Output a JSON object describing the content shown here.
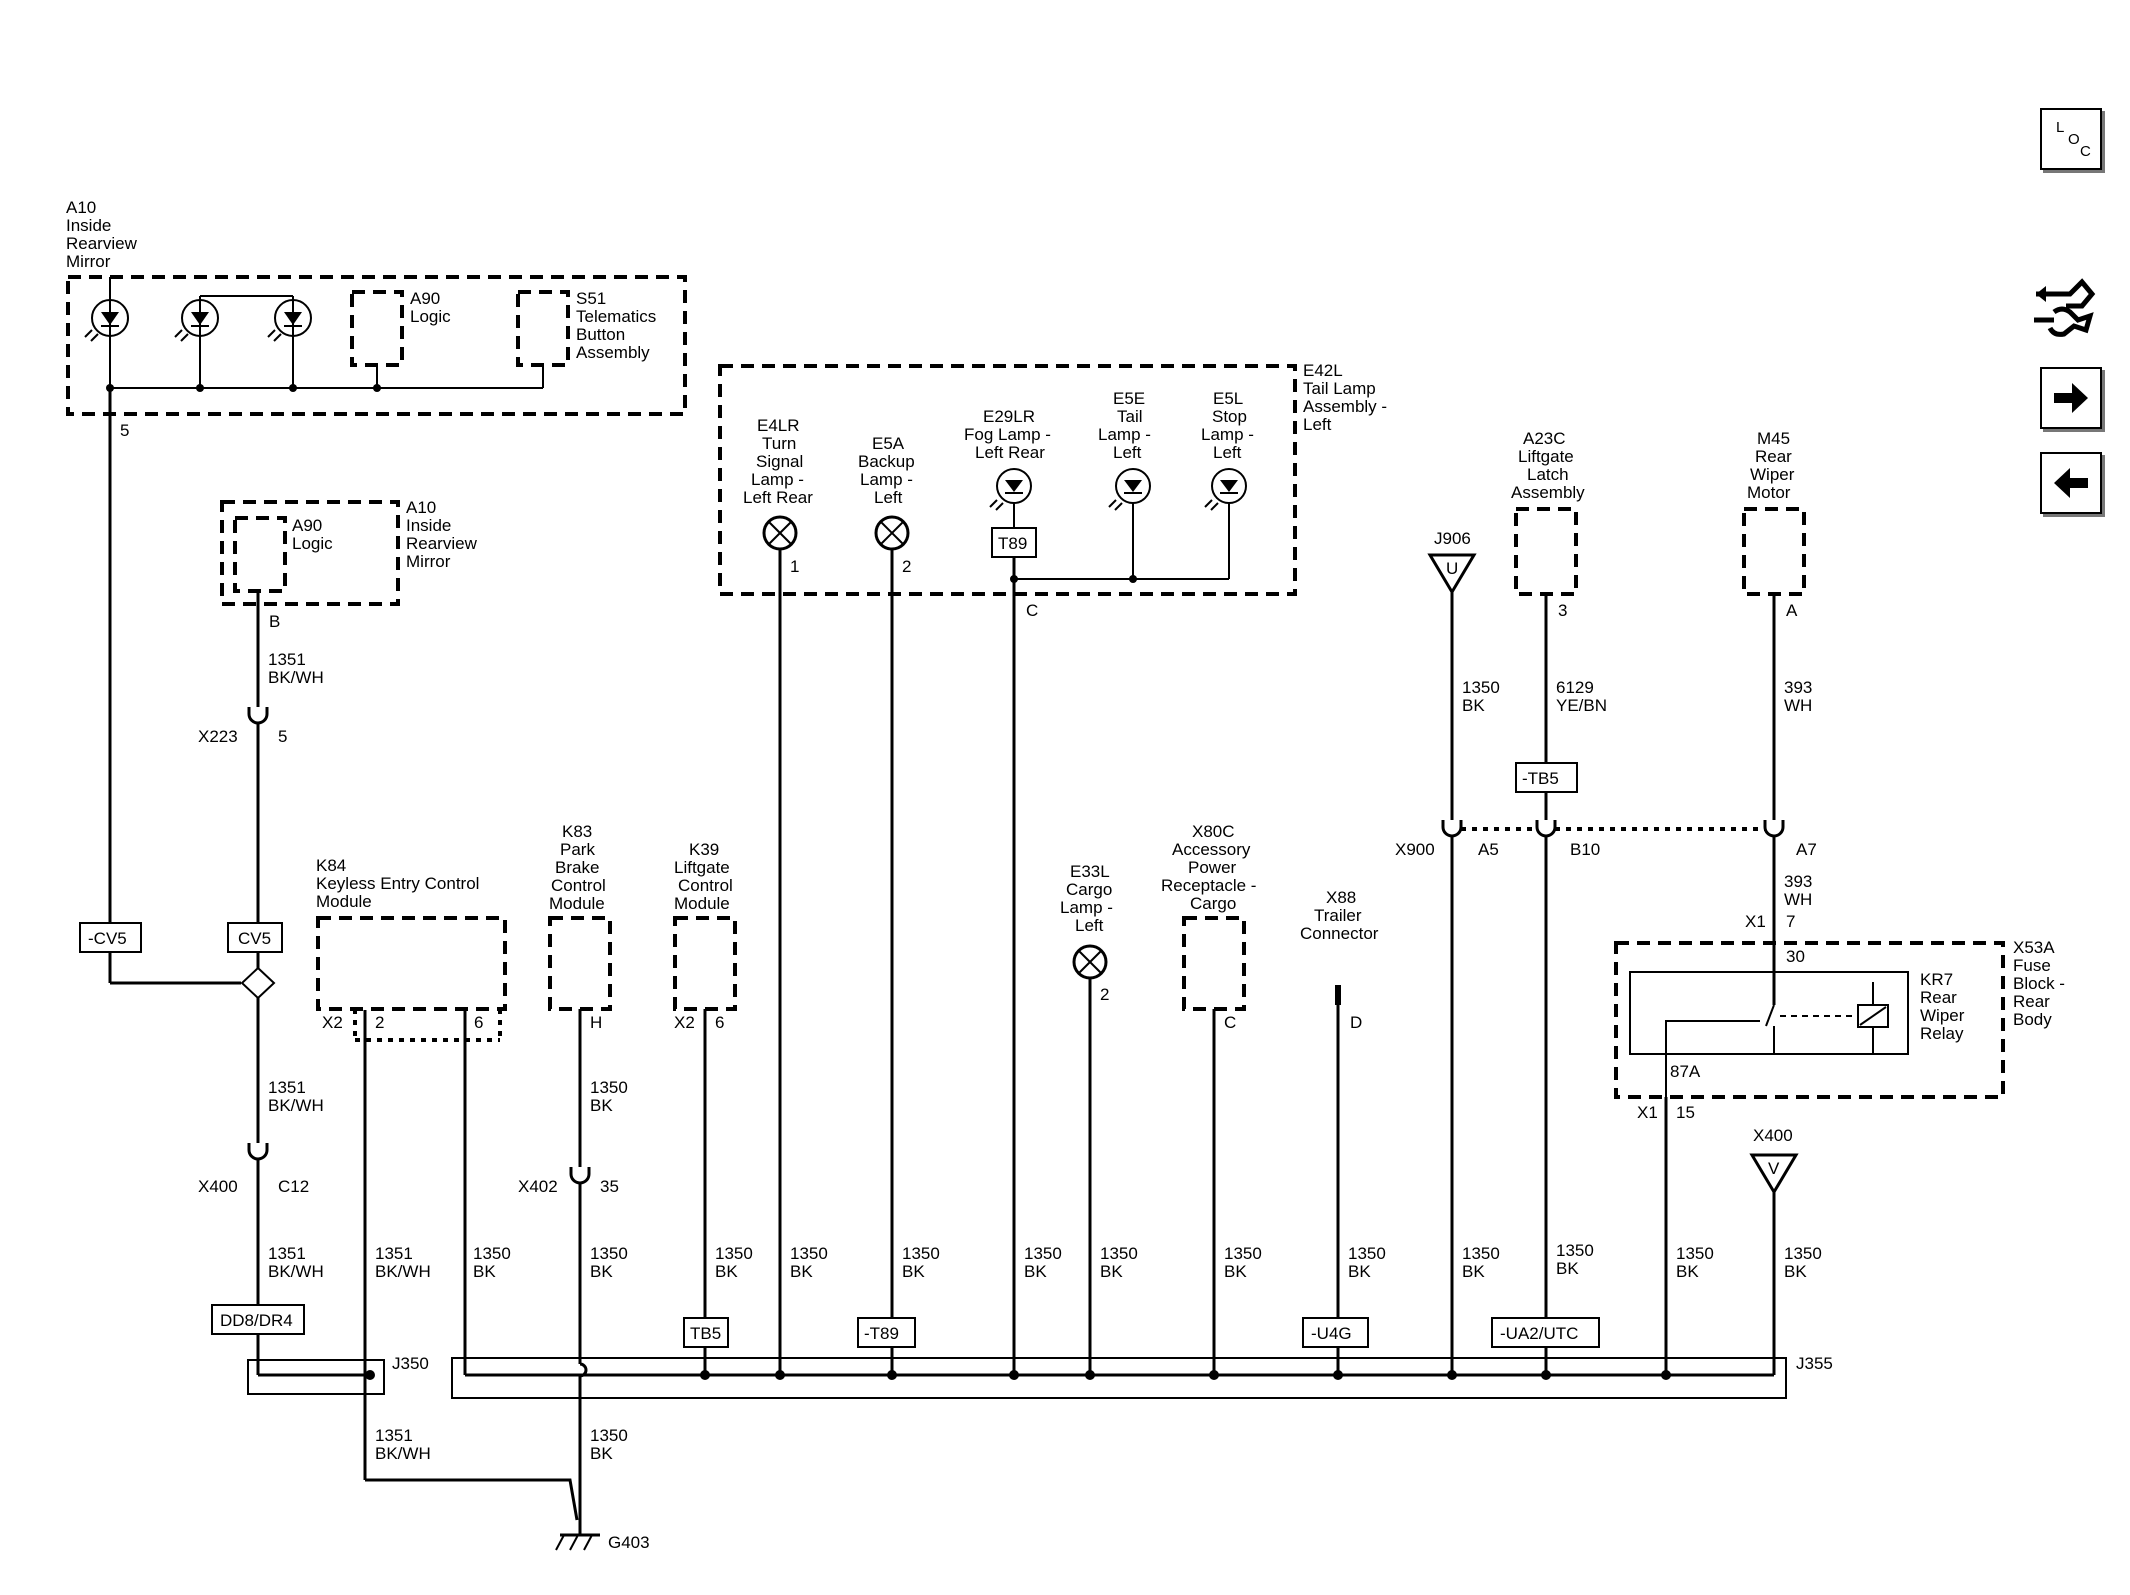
{
  "nav": {
    "loc_letters": [
      "L",
      "O",
      "C"
    ],
    "icons": [
      "loc-icon",
      "wiring-tool-icon",
      "arrow-right-icon",
      "arrow-left-icon"
    ]
  },
  "components": {
    "a10_top": [
      "A10",
      "Inside",
      "Rearview",
      "Mirror"
    ],
    "a90_top": [
      "A90",
      "Logic"
    ],
    "s51": [
      "S51",
      "Telematics",
      "Button",
      "Assembly"
    ],
    "a90_mid": [
      "A90",
      "Logic"
    ],
    "a10_mid": [
      "A10",
      "Inside",
      "Rearview",
      "Mirror"
    ],
    "e42l": [
      "E42L",
      "Tail Lamp",
      "Assembly -",
      "Left"
    ],
    "e4lr": [
      "E4LR",
      "Turn",
      "Signal",
      "Lamp -",
      "Left Rear"
    ],
    "e5a": [
      "E5A",
      "Backup",
      "Lamp -",
      "Left"
    ],
    "e29lr": [
      "E29LR",
      "Fog Lamp -",
      "Left Rear"
    ],
    "e5e": [
      "E5E",
      "Tail",
      "Lamp -",
      "Left"
    ],
    "e5l": [
      "E5L",
      "Stop",
      "Lamp -",
      "Left"
    ],
    "a23c": [
      "A23C",
      "Liftgate",
      "Latch",
      "Assembly"
    ],
    "m45": [
      "M45",
      "Rear",
      "Wiper",
      "Motor"
    ],
    "k84": [
      "K84",
      "Keyless Entry Control",
      "Module"
    ],
    "k83": [
      "K83",
      "Park",
      "Brake",
      "Control",
      "Module"
    ],
    "k39": [
      "K39",
      "Liftgate",
      "Control",
      "Module"
    ],
    "e33l": [
      "E33L",
      "Cargo",
      "Lamp -",
      "Left"
    ],
    "x80c": [
      "X80C",
      "Accessory",
      "Power",
      "Receptacle -",
      "Cargo"
    ],
    "x88": [
      "X88",
      "Trailer",
      "Connector"
    ],
    "x53a": [
      "X53A",
      "Fuse",
      "Block -",
      "Rear",
      "Body"
    ],
    "kr7": [
      "KR7",
      "Rear",
      "Wiper",
      "Relay"
    ]
  },
  "pins": {
    "a10_5": "5",
    "a90_b": "B",
    "x223_5": "5",
    "e4lr_1": "1",
    "e5a_2": "2",
    "e29_c": "C",
    "a23c_3": "3",
    "m45_a": "A",
    "k84_x2": "X2",
    "k84_2": "2",
    "k84_6": "6",
    "k83_h": "H",
    "k39_x2": "X2",
    "k39_6": "6",
    "e33l_2": "2",
    "x80c_c": "C",
    "x88_d": "D",
    "x900_a5": "A5",
    "x900_b10": "B10",
    "x900_a7": "A7",
    "x1_top": "X1",
    "pin_7": "7",
    "pin_30": "30",
    "pin_87a": "87A",
    "x1_bottom": "X1",
    "pin_15": "15",
    "x400_c12": "C12",
    "x402_35": "35"
  },
  "connectors": {
    "x223": "X223",
    "x400": "X400",
    "x402": "X402",
    "x900": "X900",
    "x400_v": "X400",
    "j906": "J906",
    "j350": "J350",
    "j355": "J355",
    "g403": "G403"
  },
  "terminals": {
    "j906": "U",
    "x400": "V"
  },
  "tags": {
    "cv5_neg": "-CV5",
    "cv5": "CV5",
    "t89": "T89",
    "tb5_neg": "-TB5",
    "dd8": "DD8/DR4",
    "tb5": "TB5",
    "t89_neg": "-T89",
    "u4g": "-U4G",
    "ua2": "-UA2/UTC"
  },
  "wires": {
    "w1351": [
      "1351",
      "BK/WH"
    ],
    "w1350": [
      "1350",
      "BK"
    ],
    "w6129": [
      "6129",
      "YE/BN"
    ],
    "w393": [
      "393",
      "WH"
    ]
  }
}
